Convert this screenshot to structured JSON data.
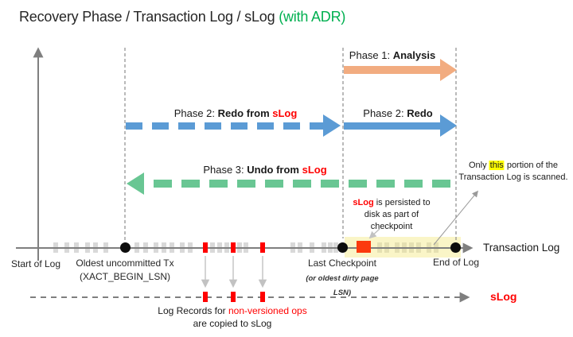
{
  "title": {
    "main": "Recovery Phase / Transaction Log / sLog ",
    "suffix": "(with ADR)"
  },
  "colors": {
    "orange": "#F2AC80",
    "blue": "#5B9BD5",
    "green": "#69C693",
    "titlegreen": "#00B050",
    "red": "#FF0000",
    "cpred": "#FB3A0E",
    "tick": "#D9D9D9",
    "axis": "#7F7F7F",
    "highlight": "#FFFF00"
  },
  "phases": {
    "phase1": {
      "prefix": "Phase 1: ",
      "bold": "Analysis"
    },
    "phase2_slog": {
      "prefix": "Phase 2: ",
      "bold": "Redo from ",
      "red": "sLog"
    },
    "phase2": {
      "prefix": "Phase 2: ",
      "bold": "Redo"
    },
    "phase3": {
      "prefix": "Phase 3: ",
      "bold": "Undo from ",
      "red": "sLog"
    }
  },
  "annotations": {
    "persisted": {
      "red": "sLog",
      "line1rest": " is persisted to",
      "line2": "disk as part of",
      "line3": "checkpoint"
    },
    "scanned": {
      "pre": "Only ",
      "highlight": "this",
      "post": " portion of the",
      "line2": "Transaction Log is scanned."
    },
    "log_records": {
      "pre": "Log Records for ",
      "red": "non-versioned ops",
      "line2": "are copied to sLog"
    }
  },
  "timeline": {
    "label": "Transaction Log",
    "start_label": "Start of Log",
    "oldest_tx": {
      "line1": "Oldest uncommitted Tx",
      "line2": "(XACT_BEGIN_LSN)"
    },
    "checkpoint": {
      "line1": "Last Checkpoint",
      "line2": "(or oldest dirty page",
      "line3": "LSN)"
    },
    "end_label": "End of Log",
    "gray_ticks": [
      70,
      84,
      96,
      110,
      120,
      133,
      172,
      183,
      196,
      206,
      216,
      229,
      239,
      267,
      276,
      285,
      301,
      309,
      368,
      377,
      392,
      407,
      415,
      422,
      477,
      486,
      499,
      508,
      517,
      526,
      539,
      548
    ],
    "red_ticks": [
      258,
      293,
      330
    ],
    "dots": [
      157,
      430,
      572
    ]
  },
  "slog": {
    "label": "sLog",
    "red_ticks": [
      258,
      293,
      330
    ]
  }
}
